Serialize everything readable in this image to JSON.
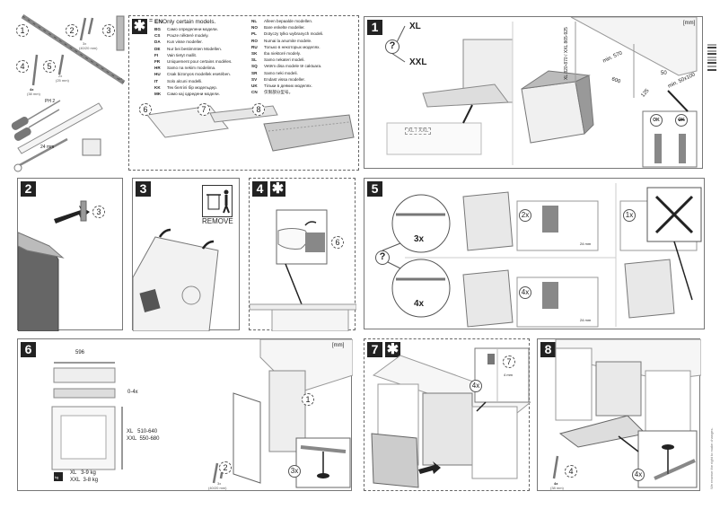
{
  "parts": {
    "callouts": [
      "1",
      "2",
      "3",
      "4",
      "5"
    ],
    "part1_qty": "4x",
    "part2_qty": "3x",
    "part2_size": "(40/20 mm)",
    "part4_qty": "4x",
    "part4_size": "(38 mm)",
    "part5_qty": "2x",
    "part5_size": "(25 mm)",
    "screwdriver_label": "PH 2",
    "wrench_label": "24 mm"
  },
  "models_note": {
    "icon": "asterisk-icon",
    "languages_left": [
      {
        "code": "EN",
        "text": "Only certain models."
      },
      {
        "code": "BG",
        "text": "Само определени модели."
      },
      {
        "code": "CS",
        "text": "Pouze některé modely."
      },
      {
        "code": "DA",
        "text": "Kun visse modeller."
      },
      {
        "code": "DE",
        "text": "Nur bei bestimmten Modellen."
      },
      {
        "code": "FI",
        "text": "Vain tietyt mallit."
      },
      {
        "code": "FR",
        "text": "Uniquement pour certains modèles."
      },
      {
        "code": "HR",
        "text": "Samo na nekim modelima."
      },
      {
        "code": "HU",
        "text": "Csak bizonyos modellek esetében."
      },
      {
        "code": "IT",
        "text": "Solo alcuni modelli."
      },
      {
        "code": "KK",
        "text": "Тек белгілі бір модельдер."
      },
      {
        "code": "MK",
        "text": "Само кај одредени модели."
      }
    ],
    "languages_right": [
      {
        "code": "NL",
        "text": "Alleen bepaalde modellen."
      },
      {
        "code": "NO",
        "text": "Bare enkelte modeller."
      },
      {
        "code": "PL",
        "text": "Dotyczy tylko wybranych modeli."
      },
      {
        "code": "RO",
        "text": "Numai la anumite modele."
      },
      {
        "code": "RU",
        "text": "Только в некоторых моделях."
      },
      {
        "code": "SK",
        "text": "Iba niektoré modely."
      },
      {
        "code": "SL",
        "text": "Samo nekateri modeli."
      },
      {
        "code": "SQ",
        "text": "Vetëm disa modele të caktuara."
      },
      {
        "code": "SR",
        "text": "Samo neki modeli."
      },
      {
        "code": "SV",
        "text": "Endast vissa modeller."
      },
      {
        "code": "UK",
        "text": "Тільки в деяких моделях."
      },
      {
        "code": "CN",
        "text": "仅限部分型号。"
      }
    ],
    "callouts": [
      "6",
      "7",
      "8"
    ]
  },
  "step1": {
    "number": "1",
    "question": "?",
    "size_xl": "XL",
    "size_xxl": "XXL",
    "label_box": "XL / XXL",
    "unit": "[mm]",
    "dim_height": "XL 820-870 / XXL 865-925",
    "dim_min_width": "min. 570",
    "dim_width": "600",
    "dim_125": "125",
    "dim_50": "50",
    "dim_opening": "min. 50x100",
    "ok": "OK",
    "not_ok": "OK"
  },
  "step2": {
    "number": "2",
    "callout": "3"
  },
  "step3": {
    "number": "3",
    "remove": "REMOVE",
    "icon": "trash-bin-icon"
  },
  "step4": {
    "number": "4",
    "callout": "6"
  },
  "step5": {
    "number": "5",
    "question": "?",
    "count_3x": "3x",
    "count_4x": "4x",
    "turn_2x": "2x",
    "turn_1x": "1x",
    "turn_4x": "4x",
    "wrench": "24 mm"
  },
  "step6": {
    "number": "6",
    "unit": "[mm]",
    "width": "596",
    "strips": "0-4x",
    "height_xl": "XL   510-640",
    "height_xxl": "XXL  550-680",
    "weight_xl": "XL   3-9 kg",
    "weight_xxl": "XXL  3-8 kg",
    "weight_icon_label": "kg",
    "callout_1": "1",
    "callout_2": "2",
    "screw_qty": "3x",
    "screw_size": "(40/20 mm)",
    "count": "3x"
  },
  "step7": {
    "number": "7",
    "callout": "7",
    "gap": "4 mm",
    "count": "4x"
  },
  "step8": {
    "number": "8",
    "callout": "4",
    "screw_qty": "4x",
    "screw_size": "(38 mm)",
    "count": "4x"
  },
  "footer_note": "We reserve the right to make changes."
}
